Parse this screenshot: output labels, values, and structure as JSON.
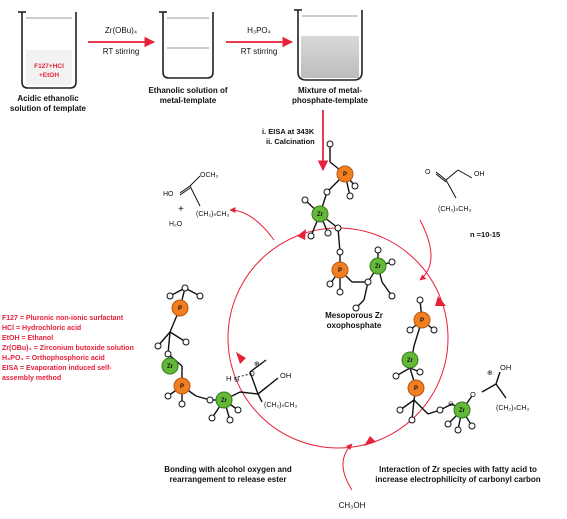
{
  "steps": {
    "beaker1_content_line1": "F127+HCl",
    "beaker1_content_line2": "+EtOH",
    "beaker1_caption_line1": "Acidic ethanolic",
    "beaker1_caption_line2": "solution of template",
    "arrow1_reagent": "Zr(OBu)₄",
    "arrow1_condition": "RT stirring",
    "beaker2_caption_line1": "Ethanolic solution of",
    "beaker2_caption_line2": "metal-template",
    "arrow2_reagent": "H₃PO₄",
    "arrow2_condition": "RT stirring",
    "beaker3_caption_line1": "Mixture of metal-",
    "beaker3_caption_line2": "phosphate-template",
    "down_step1": "i. EISA at 343K",
    "down_step2": "ii. Calcination"
  },
  "cycle": {
    "catalyst_line1": "Mesoporous  Zr",
    "catalyst_line2": "oxophosphate",
    "acid_oh": "OH",
    "acid_o": "O",
    "acid_chain": "(CH₂)ₙCH₃",
    "n_range": "n =10-15",
    "ester_och3": "OCH₃",
    "ester_ho": "HO",
    "ester_chain": "(CH₂)ₙCH₃",
    "plus": "+",
    "water": "H₂O",
    "methanol": "CH₃OH",
    "left_caption_line1": "Bonding with alcohol oxygen and",
    "left_caption_line2": "rearrangement to release ester",
    "right_caption_line1": "Interaction of Zr species with fatty acid to",
    "right_caption_line2": "increase electrophilicity of carbonyl carbon",
    "left_int_h": "H",
    "left_int_o": "O",
    "left_int_oh": "OH",
    "left_int_chain": "(CH₂)ₙCH₃",
    "right_int_o": "O",
    "right_int_oh": "OH",
    "right_int_chain": "(CH₂)ₙCH₃",
    "plus_charge": "⊕",
    "minus_charge": "⊖"
  },
  "atoms": {
    "p": "P",
    "zr": "Zr"
  },
  "legend": [
    "F127 = Pluronic non-ionic surfactant",
    "HCl = Hydrochloric acid",
    "EtOH = Ethanol",
    "Zr(OBu)₄ = Zirconium butoxide solution",
    "H₃PO₄ = Orthophosphoric acid",
    "EISA = Evaporation induced self-",
    "assembly method"
  ],
  "colors": {
    "arrow": "#e8213a",
    "phosphorus": "#f07f22",
    "zirconium": "#63b83a",
    "legend_text": "#e8213a"
  }
}
